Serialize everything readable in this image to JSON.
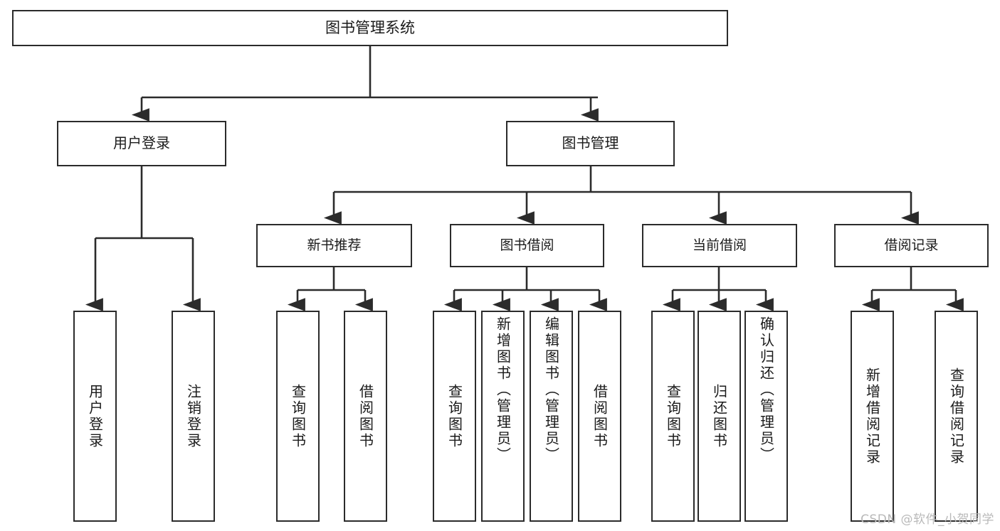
{
  "diagram": {
    "title": "图书管理系统",
    "type": "tree",
    "watermark": "CSDN @软件_小贺同学",
    "colors": {
      "background": "#ffffff",
      "border": "#2b2b2b",
      "text": "#1a1a1a",
      "watermark": "#b9b9b9"
    },
    "root": {
      "label": "图书管理系统"
    },
    "level1": [
      {
        "label": "用户登录"
      },
      {
        "label": "图书管理"
      }
    ],
    "level2": [
      {
        "label": "新书推荐"
      },
      {
        "label": "图书借阅"
      },
      {
        "label": "当前借阅"
      },
      {
        "label": "借阅记录"
      }
    ],
    "leaves": [
      {
        "label": "用户登录",
        "parent": "用户登录"
      },
      {
        "label": "注销登录",
        "parent": "用户登录"
      },
      {
        "label": "查询图书",
        "parent": "新书推荐"
      },
      {
        "label": "借阅图书",
        "parent": "新书推荐"
      },
      {
        "label": "查询图书",
        "parent": "图书借阅"
      },
      {
        "label": "新增图书（管理员）",
        "parent": "图书借阅"
      },
      {
        "label": "编辑图书（管理员）",
        "parent": "图书借阅"
      },
      {
        "label": "借阅图书",
        "parent": "图书借阅"
      },
      {
        "label": "查询图书",
        "parent": "当前借阅"
      },
      {
        "label": "归还图书",
        "parent": "当前借阅"
      },
      {
        "label": "确认归还（管理员）",
        "parent": "当前借阅"
      },
      {
        "label": "新增借阅记录",
        "parent": "借阅记录"
      },
      {
        "label": "查询借阅记录",
        "parent": "借阅记录"
      }
    ]
  }
}
